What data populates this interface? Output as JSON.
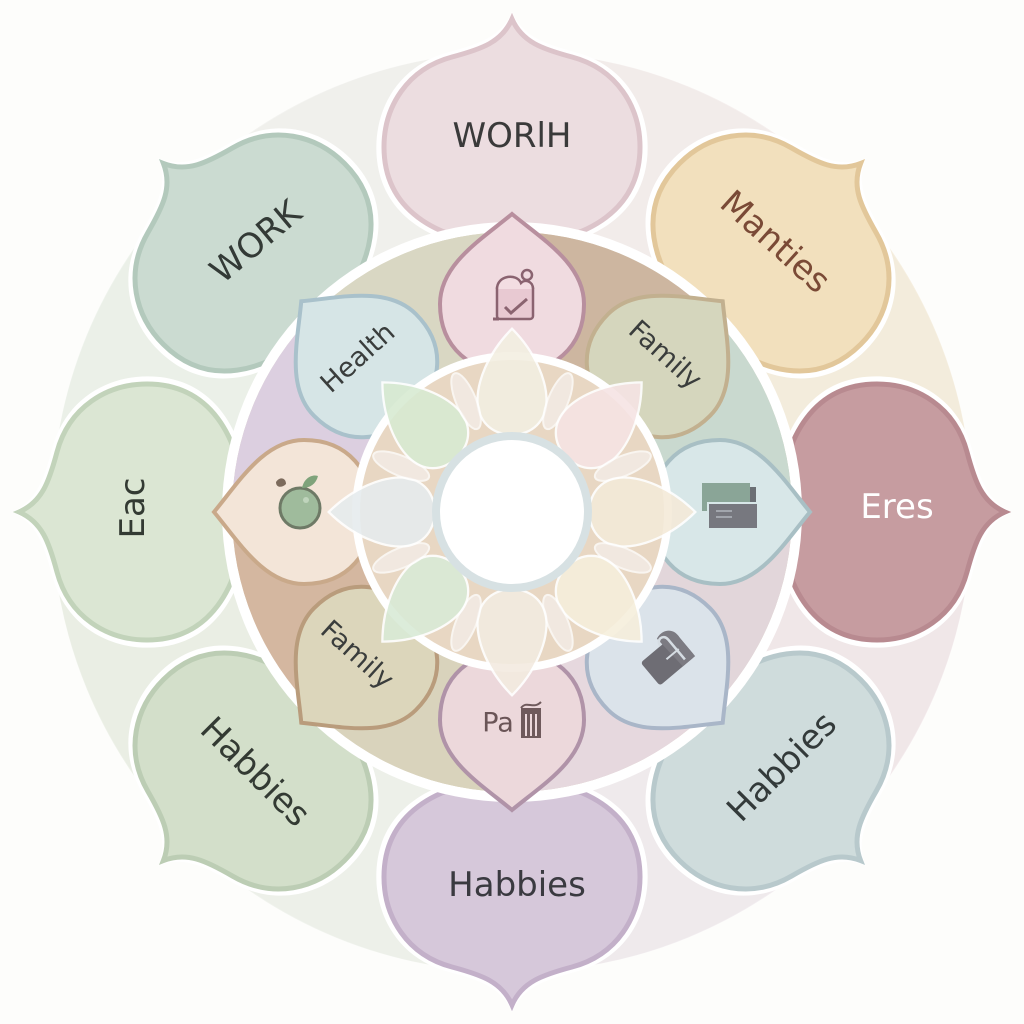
{
  "diagram": {
    "type": "concentric-wheel",
    "center": {
      "label": ""
    },
    "outer_ring": [
      {
        "id": "top",
        "label": "WORlH",
        "color": "#ecdde0",
        "border": "#dcc4ca",
        "text_color": "#3a3a3a",
        "angle": 0
      },
      {
        "id": "top-right",
        "label": "Manties",
        "color": "#f2e0bd",
        "border": "#e2c79a",
        "text_color": "#7a4a36",
        "angle": 45
      },
      {
        "id": "right",
        "label": "Eres",
        "color": "#c69ca0",
        "border": "#b88a90",
        "text_color": "#ffffff",
        "angle": 90
      },
      {
        "id": "bottom-right",
        "label": "Habbies",
        "color": "#cfdcdc",
        "border": "#b8c9cc",
        "text_color": "#333a3a",
        "angle": 135
      },
      {
        "id": "bottom",
        "label": "Habbies",
        "color": "#d6c8da",
        "border": "#c3b0c9",
        "text_color": "#3a3a40",
        "angle": 180
      },
      {
        "id": "bottom-left",
        "label": "Habbies",
        "color": "#d3dfca",
        "border": "#bccdb4",
        "text_color": "#333a33",
        "angle": 225
      },
      {
        "id": "left",
        "label": "Eac",
        "color": "#dbe6d3",
        "border": "#c2d3ba",
        "text_color": "#333a33",
        "angle": 270
      },
      {
        "id": "top-left",
        "label": "WORK",
        "color": "#cbdbd1",
        "border": "#b3c9bc",
        "text_color": "#333a36",
        "angle": 315
      }
    ],
    "middle_ring": [
      {
        "id": "m-top",
        "label": "",
        "icon": "calendar-check-icon",
        "color": "#f0dbe0",
        "border": "#b88f9e",
        "angle": 0
      },
      {
        "id": "m-top-right",
        "label": "Family",
        "icon": "",
        "color": "#d5d6bd",
        "border": "#c2b08f",
        "angle": 45
      },
      {
        "id": "m-right",
        "label": "",
        "icon": "documents-icon",
        "color": "#d8e7e8",
        "border": "#a8bfc4",
        "angle": 90
      },
      {
        "id": "m-bottom-right",
        "label": "",
        "icon": "finance-book-icon",
        "color": "#dbe3ea",
        "border": "#a9b6c8",
        "angle": 135
      },
      {
        "id": "m-bottom",
        "label": "Pa",
        "icon": "chart-icon",
        "color": "#ecd8db",
        "border": "#b093a8",
        "angle": 180
      },
      {
        "id": "m-bottom-left",
        "label": "Family",
        "icon": "",
        "color": "#dcd6bb",
        "border": "#b99c7c",
        "angle": 225
      },
      {
        "id": "m-left",
        "label": "",
        "icon": "apple-icon",
        "color": "#f3e5d8",
        "border": "#c9a98a",
        "angle": 270
      },
      {
        "id": "m-top-left",
        "label": "Health",
        "icon": "",
        "color": "#d6e5e6",
        "border": "#a9c1cb",
        "angle": 315
      }
    ],
    "inner_petals": [
      "#f3efe2",
      "#f6e4e4",
      "#f4ead9",
      "#f6efdc",
      "#f3ebe0",
      "#d9ead6",
      "#e6ecee",
      "#d8ead2"
    ]
  },
  "colors": {
    "background": "#fdfdfb",
    "ring_band": "#d9cbb8",
    "separator": "#ffffff",
    "center_fill": "#ffffff",
    "center_ring": "#d7e1e3"
  }
}
